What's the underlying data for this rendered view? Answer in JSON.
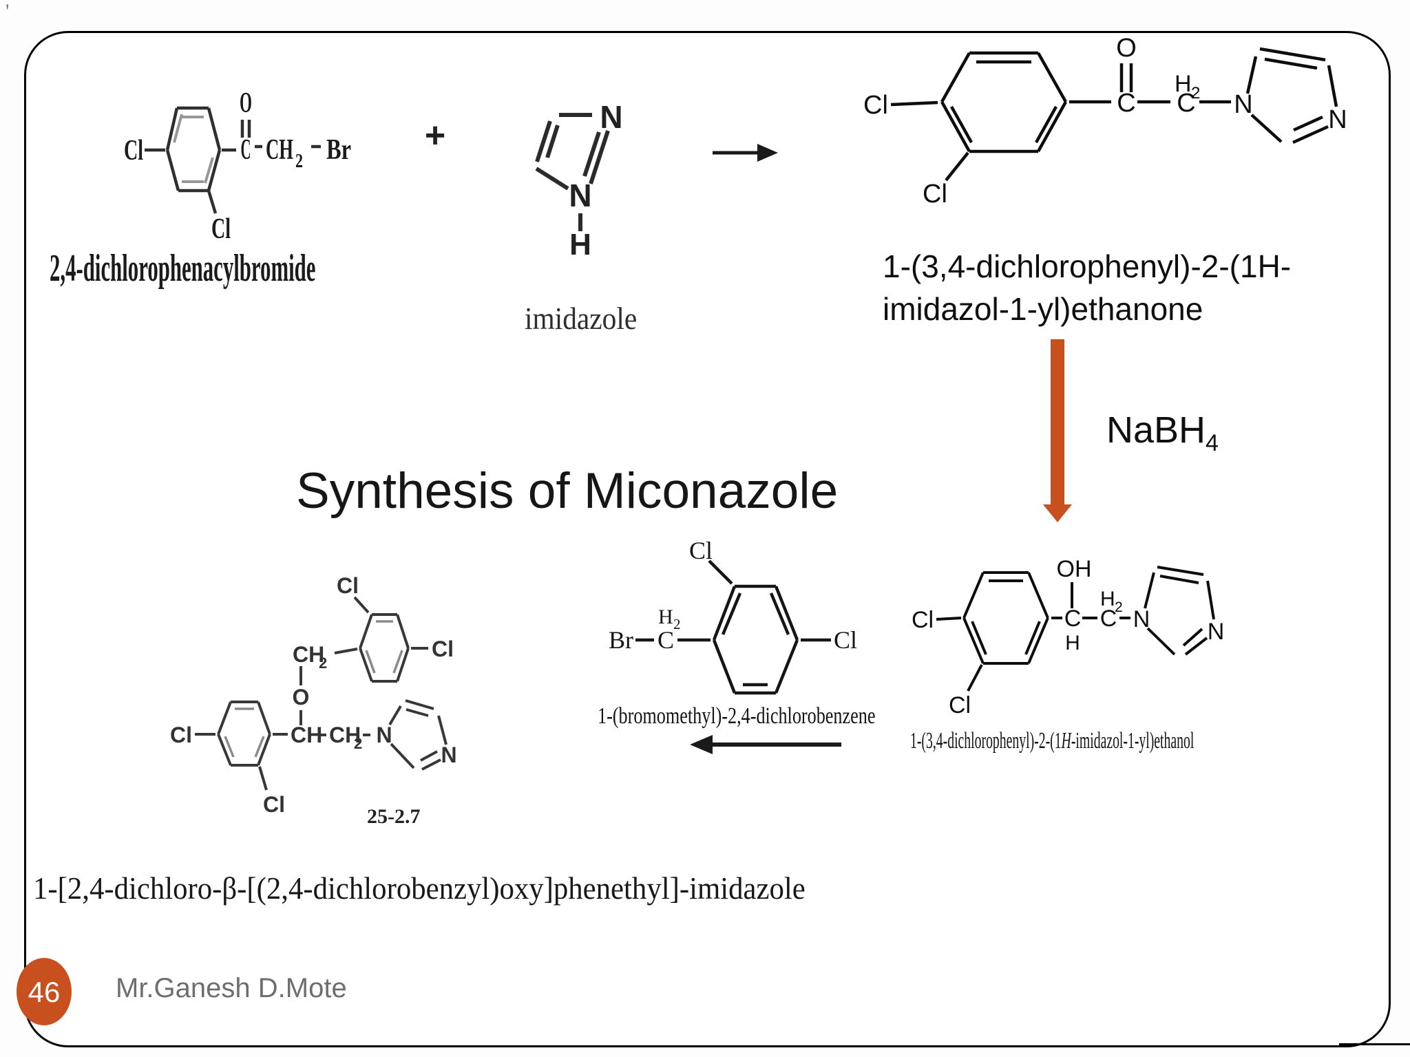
{
  "colors": {
    "accent": "#c8501f",
    "ink": "#151515",
    "muted_ink": "#6e6e6e"
  },
  "slide": {
    "title": "Synthesis of Miconazole",
    "page_number": "46",
    "author": "Mr.Ganesh D.Mote",
    "stray_mark": "'"
  },
  "atoms": {
    "Cl": "Cl",
    "O": "O",
    "N": "N",
    "H": "H",
    "C": "C",
    "CH": "CH",
    "Br": "Br",
    "OH": "OH",
    "plus": "+",
    "sub2": "2",
    "sub4": "4"
  },
  "reaction": {
    "reactant1_name": "2,4-dichlorophenacylbromide",
    "reactant2_name": "imidazole",
    "product1_name_line1": "1-(3,4-dichlorophenyl)-2-(1H-",
    "product1_name_line2": "imidazol-1-yl)ethanone",
    "reagent_formula_base": "NaBH",
    "reagent_formula_subscript": "4",
    "product2_name_pre": "1-(3,4-dichlorophenyl)-2-(1",
    "product2_name_italic": "H",
    "product2_name_post": "-imidazol-1-yl)ethanol",
    "reactant3_name": "1-(bromomethyl)-2,4-dichlorobenzene",
    "final_product_name": "1-[2,4-dichloro-β-[(2,4-dichlorobenzyl)oxy]phenethyl]-imidazole",
    "cropped_fragment": "25-2.7"
  }
}
